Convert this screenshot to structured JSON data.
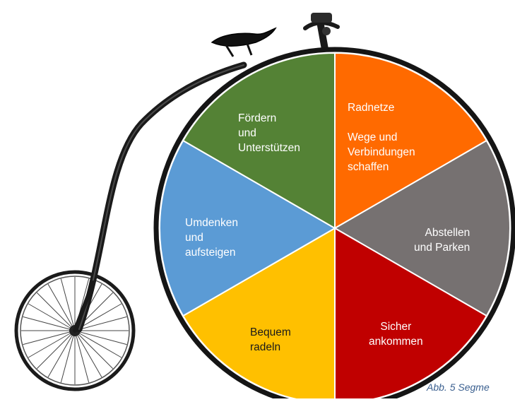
{
  "figure": {
    "caption": "Abb. 5 Segme"
  },
  "segments": [
    {
      "id": "radnetze",
      "lines": "Radnetze\n\nWege und\nVerbindungen\nschaffen",
      "color": "#ff6a00"
    },
    {
      "id": "abstellen",
      "lines": "Abstellen\nund Parken",
      "color": "#767171"
    },
    {
      "id": "sicher",
      "lines": "Sicher\nankommen",
      "color": "#c00000"
    },
    {
      "id": "bequem",
      "lines": "Bequem\nradeln",
      "color": "#ffc000"
    },
    {
      "id": "umdenken",
      "lines": "Umdenken\nund\naufsteigen",
      "color": "#5b9bd5"
    },
    {
      "id": "foerdern",
      "lines": "Fördern\nund\nUnterstützen",
      "color": "#548235"
    }
  ]
}
